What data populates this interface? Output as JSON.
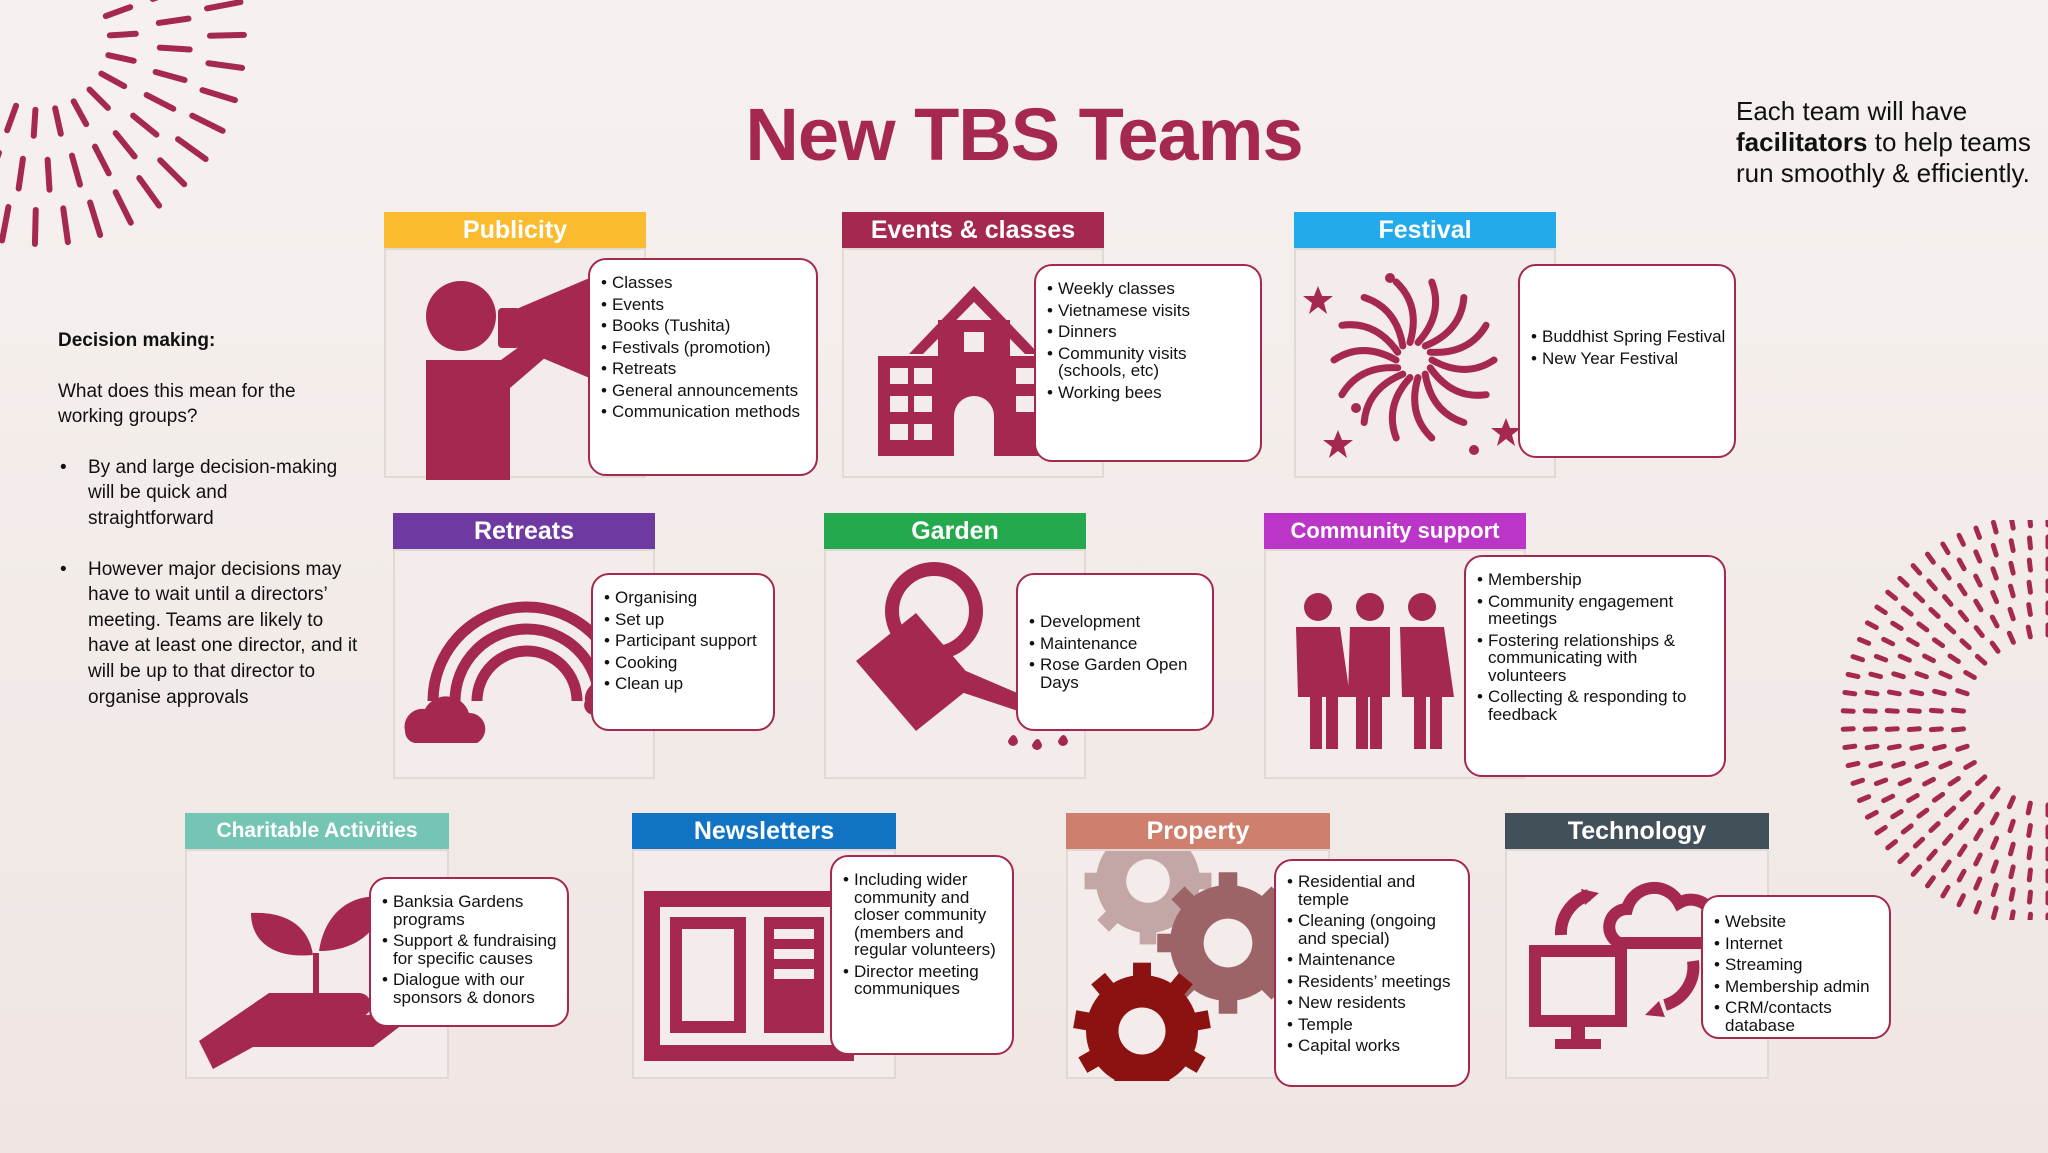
{
  "title": "New TBS Teams",
  "note": {
    "before": "Each team will have",
    "bold": "facilitators",
    "after": "to help teams run smoothly & efficiently."
  },
  "decision": {
    "heading": "Decision making:",
    "question": "What does this mean for the working groups?",
    "bullets": [
      "By and large decision-making will be quick and straightforward",
      "However major decisions may have to wait until a directors’ meeting. Teams are likely to have at least one director, and it will be up to that director to organise approvals"
    ]
  },
  "colors": {
    "brand": "#a5284f",
    "publicity": "#fbbb2f",
    "events": "#a5284f",
    "festival": "#22aaea",
    "retreats": "#6e3aa1",
    "garden": "#25a94e",
    "community": "#bb35c9",
    "charitable": "#75c5b4",
    "newsletters": "#1073c3",
    "property": "#cf7f6d",
    "technology": "#425059"
  },
  "teams": {
    "publicity": {
      "name": "Publicity",
      "icon": "megaphone-person-icon",
      "items": [
        "Classes",
        "Events",
        "Books (Tushita)",
        "Festivals (promotion)",
        "Retreats",
        "General announcements",
        "Communication methods"
      ]
    },
    "events": {
      "name": "Events & classes",
      "icon": "school-building-icon",
      "items": [
        "Weekly classes",
        "Vietnamese visits",
        "Dinners",
        "Community visits (schools, etc)",
        "Working bees"
      ]
    },
    "festival": {
      "name": "Festival",
      "icon": "fireworks-icon",
      "items": [
        "Buddhist Spring Festival",
        "New Year Festival"
      ]
    },
    "retreats": {
      "name": "Retreats",
      "icon": "rainbow-icon",
      "items": [
        "Organising",
        "Set up",
        "Participant support",
        "Cooking",
        "Clean up"
      ]
    },
    "garden": {
      "name": "Garden",
      "icon": "watering-can-icon",
      "items": [
        "Development",
        "Maintenance",
        "Rose Garden Open Days"
      ]
    },
    "community": {
      "name": "Community support",
      "icon": "people-group-icon",
      "items": [
        "Membership",
        "Community engagement meetings",
        "Fostering relationships & communicating with volunteers",
        "Collecting & responding to feedback"
      ]
    },
    "charitable": {
      "name": "Charitable Activities",
      "icon": "hand-plant-icon",
      "items": [
        "Banksia Gardens programs",
        "Support & fundraising for specific causes",
        "Dialogue with our sponsors & donors"
      ]
    },
    "newsletters": {
      "name": "Newsletters",
      "icon": "newspaper-icon",
      "items": [
        "Including wider community and closer community (members and regular volunteers)",
        "Director meeting communiques"
      ]
    },
    "property": {
      "name": "Property",
      "icon": "gears-icon",
      "items": [
        "Residential and temple",
        "Cleaning (ongoing and special)",
        "Maintenance",
        "Residents’ meetings",
        "New residents",
        "Temple",
        "Capital works"
      ]
    },
    "technology": {
      "name": "Technology",
      "icon": "cloud-computer-sync-icon",
      "items": [
        "Website",
        "Internet",
        "Streaming",
        "Membership admin",
        "CRM/contacts database"
      ]
    }
  }
}
